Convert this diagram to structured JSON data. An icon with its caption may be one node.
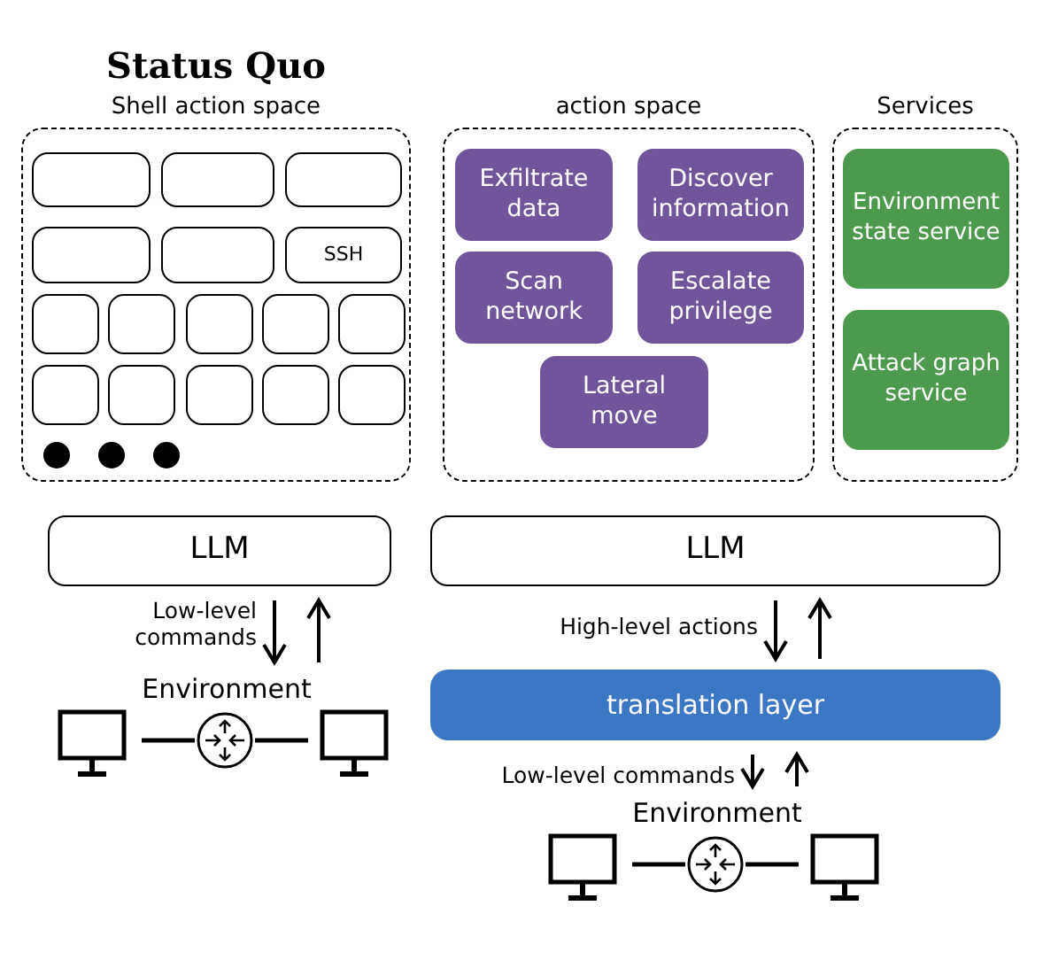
{
  "diagram": {
    "nodes": [
      {
        "text": [
          "Shell action space"
        ]
      },
      {
        "text": [],
        "shape": "box",
        "in": 0
      },
      {
        "text": [],
        "shape": "box",
        "in": 0
      },
      {
        "text": [],
        "shape": "box",
        "in": 0
      },
      {
        "text": [],
        "shape": "box",
        "in": 0
      },
      {
        "text": [],
        "shape": "box",
        "in": 0
      },
      {
        "text": [
          "SSH"
        ],
        "in": 0
      },
      {
        "text": [],
        "shape": "box",
        "in": 0
      },
      {
        "text": [],
        "shape": "box",
        "in": 0
      },
      {
        "text": [],
        "shape": "box",
        "in": 0
      },
      {
        "text": [],
        "shape": "box",
        "in": 0
      },
      {
        "text": [],
        "shape": "box",
        "in": 0
      },
      {
        "text": [],
        "shape": "box",
        "in": 0
      },
      {
        "text": [],
        "shape": "box",
        "in": 0
      },
      {
        "text": [],
        "shape": "box",
        "in": 0
      },
      {
        "text": [],
        "shape": "box",
        "in": 0
      },
      {
        "text": [],
        "shape": "box",
        "in": 0
      },
      {
        "text": [
          "LLM"
        ]
      },
      {
        "text": [
          "Environment"
        ]
      },
      {
        "text": [
          "action space"
        ]
      },
      {
        "text": [
          "Exfiltrate data"
        ],
        "in": 19
      },
      {
        "text": [
          "Discover information"
        ],
        "in": 19
      },
      {
        "text": [
          "Scan network"
        ],
        "in": 19
      },
      {
        "text": [
          "Escalate privilege"
        ],
        "in": 19
      },
      {
        "text": [
          "Lateral move"
        ],
        "in": 19
      },
      {
        "text": [
          "Services"
        ]
      },
      {
        "text": [
          "Environment state service"
        ],
        "in": 25
      },
      {
        "text": [
          "Attack graph service"
        ],
        "in": 25
      },
      {
        "text": [
          "LLM"
        ]
      },
      {
        "text": [
          "translation layer"
        ]
      },
      {
        "text": [
          "Environment"
        ]
      }
    ],
    "edges": [
      {
        "from": 17,
        "to": 18,
        "arrow": "to",
        "label": "Low-level commands"
      },
      {
        "from": 18,
        "to": 17,
        "arrow": "to"
      },
      {
        "from": 28,
        "to": 29,
        "arrow": "to",
        "label": "High-level actions"
      },
      {
        "from": 29,
        "to": 28,
        "arrow": "to"
      },
      {
        "from": 29,
        "to": 30,
        "arrow": "to",
        "label": "Low-level commands"
      },
      {
        "from": 30,
        "to": 29,
        "arrow": "to"
      }
    ],
    "labels": [
      "Status Quo"
    ]
  }
}
